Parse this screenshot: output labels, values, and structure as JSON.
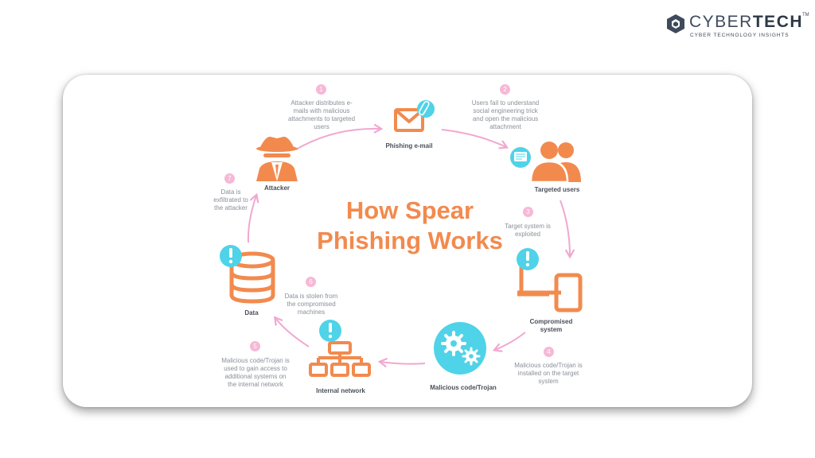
{
  "brand": {
    "name_light": "CYBER",
    "name_bold": "TECH",
    "tm": "TM",
    "tagline": "CYBER TECHNOLOGY INSIGHTS"
  },
  "diagram": {
    "title_line1": "How Spear",
    "title_line2": "Phishing Works",
    "nodes": {
      "phishing_email": "Phishing e-mail",
      "targeted_users": "Targeted users",
      "compromised_system": "Compromised system",
      "malicious_code": "Malicious code/Trojan",
      "internal_network": "Internal network",
      "data": "Data",
      "attacker": "Attacker"
    },
    "steps": [
      {
        "number": "1",
        "text": "Attacker distributes e-mails with malicious attachments to targeted users"
      },
      {
        "number": "2",
        "text": "Users fail to understand social engineering trick and open the malicious attachment"
      },
      {
        "number": "3",
        "text": "Target system is exploited"
      },
      {
        "number": "4",
        "text": "Malicious code/Trojan is installed on the target system"
      },
      {
        "number": "5",
        "text": "Malicious code/Trojan is used to gain access to additional systems on the internal network"
      },
      {
        "number": "6",
        "text": "Data is stolen from the compromised machines"
      },
      {
        "number": "7",
        "text": "Data is exfiltrated to the attacker"
      }
    ],
    "colors": {
      "primary": "#f28a4e",
      "accent": "#4fd3e8",
      "arrow": "#f0a8d0",
      "badge": "#f7b8d6"
    }
  }
}
